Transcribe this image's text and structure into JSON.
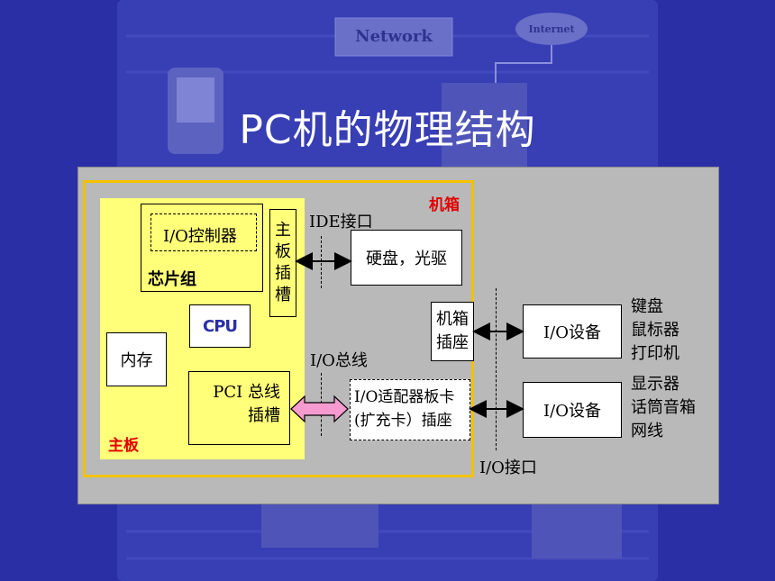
{
  "title": "PC机的物理结构",
  "background": {
    "network_label": "Network",
    "internet_label": "Internet"
  },
  "colors": {
    "background": "#2a2fa6",
    "panel": "#b9b9b9",
    "frame": "#f2c200",
    "motherboard": "#ffff7a",
    "label_red": "#e00000",
    "arrow_pink": "#f59bd0"
  },
  "diagram": {
    "case_label": "机箱",
    "motherboard_label": "主板",
    "io_controller": "I/O控制器",
    "chipset": "芯片组",
    "cpu": "CPU",
    "memory": "内存",
    "mainboard_slot": [
      "主",
      "板",
      "插",
      "槽"
    ],
    "pci_slot": [
      "PCI 总线",
      "插槽"
    ],
    "ide_interface": "IDE接口",
    "disk": "硬盘，光驱",
    "io_bus": "I/O总线",
    "adapter_card": [
      "I/O适配器板卡",
      "(扩充卡）插座"
    ],
    "case_socket": [
      "机箱",
      "插座"
    ],
    "io_device_1": "I/O设备",
    "io_device_2": "I/O设备",
    "devices_1": [
      "键盘",
      "鼠标器",
      "打印机"
    ],
    "devices_2": [
      "显示器",
      "话筒音箱",
      "网线"
    ],
    "io_interface": "I/O接口"
  }
}
